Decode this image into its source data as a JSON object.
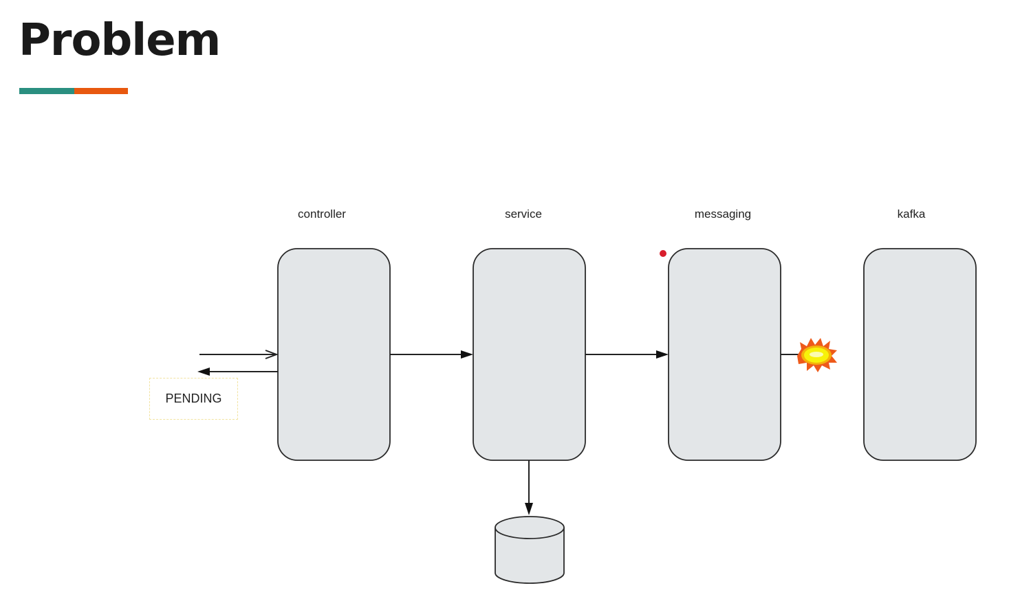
{
  "slide": {
    "title": "Problem",
    "accent_colors": {
      "left": "#2a8f80",
      "right": "#e8580f"
    }
  },
  "diagram": {
    "components": [
      {
        "id": "controller",
        "label": "controller"
      },
      {
        "id": "service",
        "label": "service"
      },
      {
        "id": "messaging",
        "label": "messaging"
      },
      {
        "id": "kafka",
        "label": "kafka"
      }
    ],
    "status_box": {
      "label": "PENDING"
    },
    "database": {
      "label": ""
    },
    "colors": {
      "box_fill": "#e3e6e8",
      "box_stroke": "#2a2a2a",
      "marker": "#d81e2c",
      "explosion_outer": "#ee5a1a",
      "explosion_inner": "#f7f20a"
    },
    "edges": [
      {
        "from": "client",
        "to": "controller",
        "label": ""
      },
      {
        "from": "controller",
        "to": "client",
        "label": ""
      },
      {
        "from": "controller",
        "to": "service",
        "label": ""
      },
      {
        "from": "service",
        "to": "messaging",
        "label": ""
      },
      {
        "from": "service",
        "to": "database",
        "label": ""
      },
      {
        "from": "messaging",
        "to": "kafka",
        "label": "",
        "status": "failed"
      }
    ]
  }
}
